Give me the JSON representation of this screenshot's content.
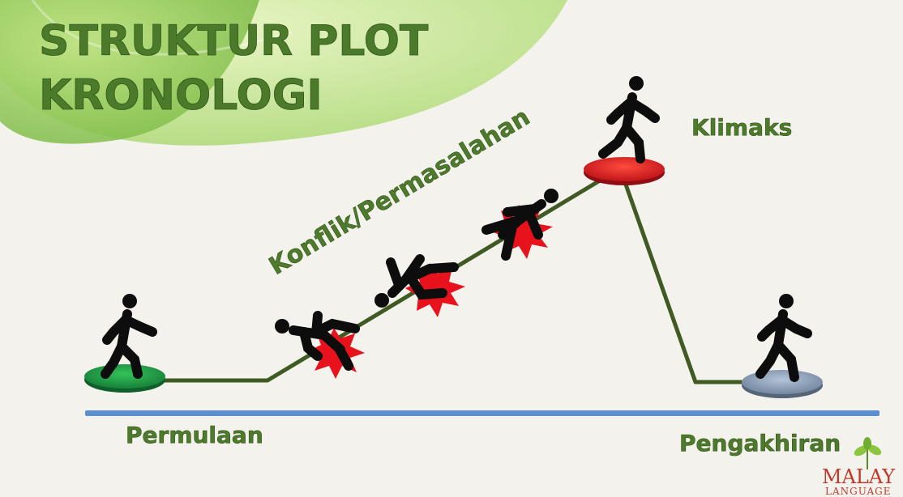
{
  "title": {
    "line1": "STRUKTUR PLOT",
    "line2": "KRONOLOGI"
  },
  "labels": {
    "start": "Permulaan",
    "conflict": "Konflik/Permasalahan",
    "climax": "Klimaks",
    "end": "Pengakhiran"
  },
  "logo": {
    "main": "MALAY",
    "sub": "LANGUAGE"
  },
  "colors": {
    "accent_text": "#4e7a2c",
    "path_line": "#3f5a22",
    "baseline": "#5b8fcf",
    "start_disc": "#1f9a3c",
    "climax_disc": "#d91f1f",
    "end_disc": "#8a9bb3",
    "burst": "#e8121c"
  }
}
